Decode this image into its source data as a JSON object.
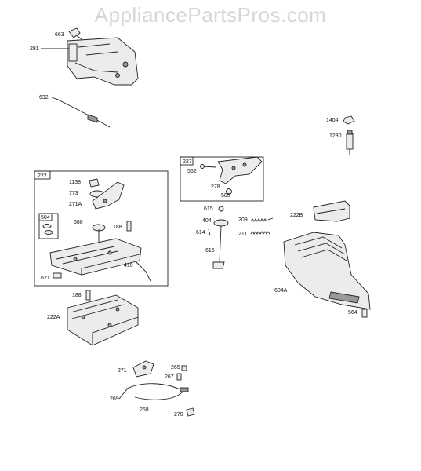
{
  "watermark": "AppliancePartsPros.com",
  "labels": {
    "p663": "663",
    "p281": "281",
    "p632": "632",
    "p1404": "1404",
    "p1230": "1230",
    "p227": "227",
    "p562": "562",
    "p278": "278",
    "p505": "505",
    "p222": "222",
    "p1138": "1138",
    "p773": "773",
    "p271A": "271A",
    "p504": "504",
    "p688": "688",
    "p188a": "188",
    "p410": "410",
    "p621": "621",
    "p615": "615",
    "p209": "209",
    "p404": "404",
    "p614": "614",
    "p211": "211",
    "p616": "616",
    "p222B": "222B",
    "p604A": "604A",
    "p564": "564",
    "p188b": "188",
    "p222A": "222A",
    "p271": "271",
    "p265": "265",
    "p267": "267",
    "p269": "269",
    "p268": "268",
    "p270": "270"
  }
}
